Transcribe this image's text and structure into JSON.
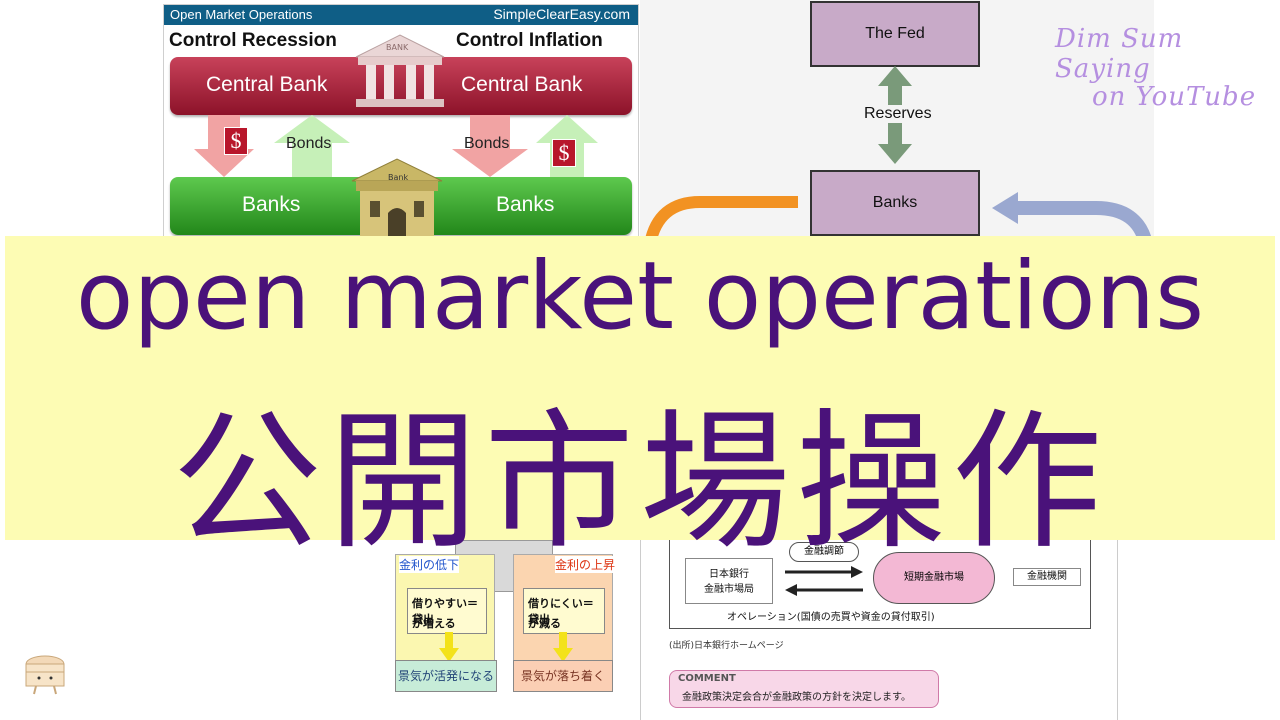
{
  "infographic": {
    "title": "Open Market Operations",
    "site": "SimpleClearEasy.com",
    "left_heading": "Control Recession",
    "right_heading": "Control Inflation",
    "central_bank_left": "Central Bank",
    "central_bank_right": "Central Bank",
    "banks_left": "Banks",
    "banks_right": "Banks",
    "bonds_left": "Bonds",
    "bonds_right": "Bonds",
    "dollar": "$",
    "bank_icon_top": "BANK",
    "bank_icon_bottom": "Bank"
  },
  "fed_diagram": {
    "fed": "The Fed",
    "reserves": "Reserves",
    "banks": "Banks"
  },
  "watermark": {
    "line1": "Dim Sum Saying",
    "line2": "on YouTube"
  },
  "banner": {
    "english": "open market operations",
    "japanese": "公開市場操作"
  },
  "jp_left": {
    "rate_down": "金利の低下",
    "rate_up": "金利の上昇",
    "easy_borrow_1": "借りやすい＝貸出",
    "easy_borrow_2": "が増える",
    "hard_borrow_1": "借りにくい＝貸出",
    "hard_borrow_2": "が減る",
    "economy_active": "景気が活発になる",
    "economy_calm": "景気が落ち着く"
  },
  "jp_right": {
    "boj_1": "日本銀行",
    "boj_2": "金融市場局",
    "adjust": "金融調節",
    "short_market": "短期金融市場",
    "institution": "金融機関",
    "operation": "オペレーション(国債の売買や資金の貸付取引)",
    "source": "(出所)日本銀行ホームページ",
    "comment_label": "COMMENT",
    "comment_text": "金融政策決定会合が金融政策の方針を決定します。"
  },
  "colors": {
    "banner_bg": "#fdfcb4",
    "banner_text": "#4a127a",
    "watermark": "#b58fe0"
  }
}
